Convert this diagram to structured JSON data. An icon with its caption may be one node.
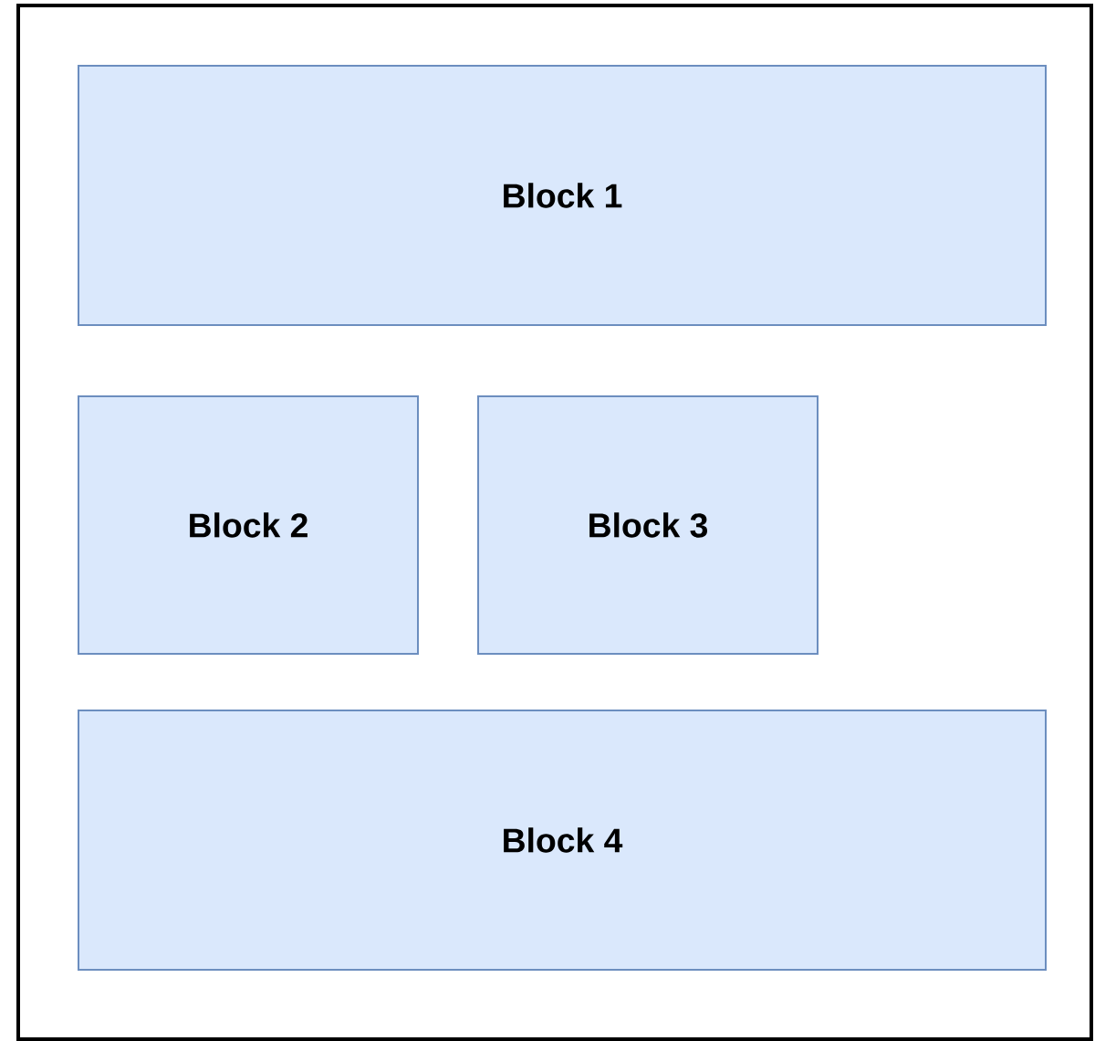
{
  "diagram": {
    "nodes": [
      {
        "text": [],
        "shape": "box"
      },
      {
        "text": [
          "Block 1"
        ],
        "in": 0
      },
      {
        "text": [
          "Block 2"
        ],
        "in": 0
      },
      {
        "text": [
          "Block 3"
        ],
        "in": 0
      },
      {
        "text": [
          "Block 4"
        ],
        "in": 0
      }
    ]
  }
}
